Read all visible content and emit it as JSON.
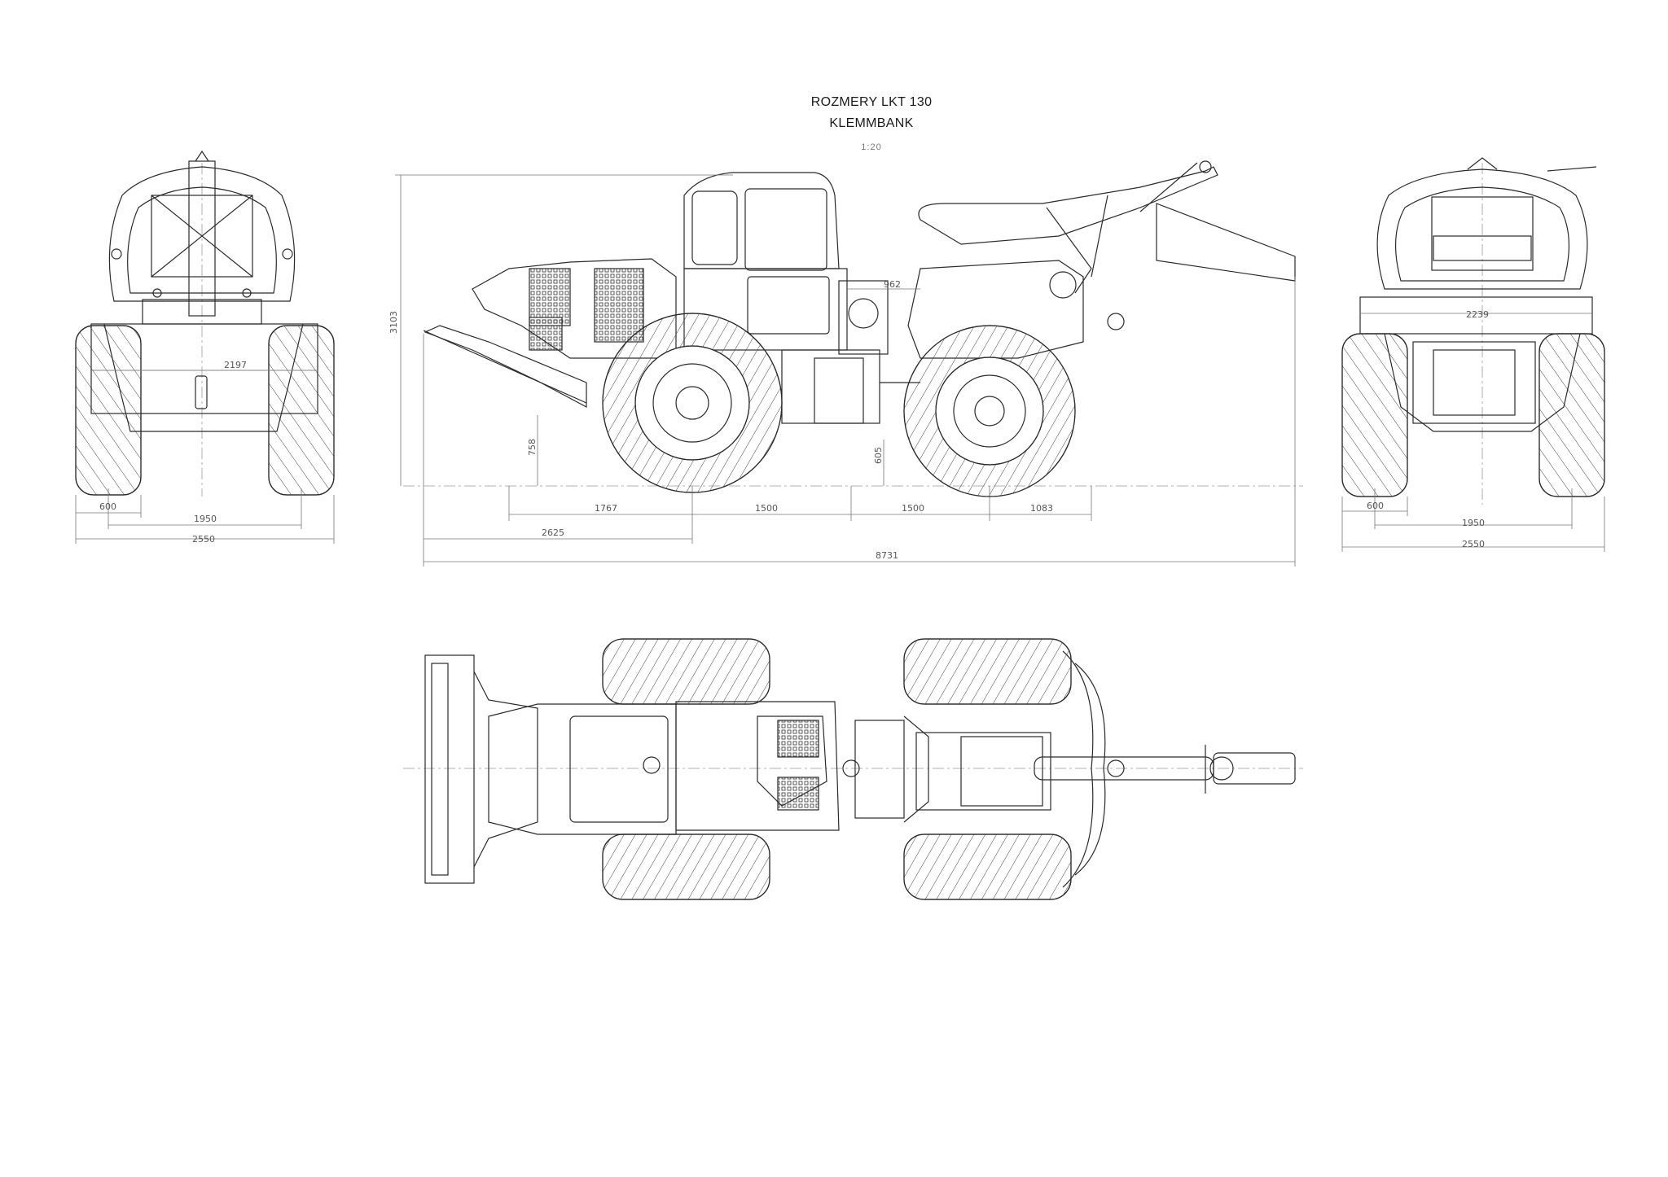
{
  "title": {
    "line1": "ROZMERY LKT 130",
    "line2": "KLEMMBANK",
    "scale": "1:20"
  },
  "front_view": {
    "dims": {
      "frame_width": "2197",
      "tire_width": "600",
      "track": "1950",
      "overall_width": "2550"
    }
  },
  "side_view": {
    "dims": {
      "height": "3103",
      "ground_clearance_front": "758",
      "ground_clearance_rear": "605",
      "winch_height": "962",
      "front_overhang": "1767",
      "wheelbase_front": "1500",
      "wheelbase_rear": "1500",
      "rear_overhang": "1083",
      "blade_to_axle": "2625",
      "overall_length": "8731"
    }
  },
  "rear_view": {
    "dims": {
      "frame_width": "2239",
      "tire_width": "600",
      "track": "1950",
      "overall_width": "2550"
    }
  }
}
